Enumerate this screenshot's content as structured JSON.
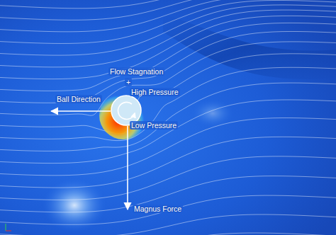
{
  "diagram": {
    "labels": [
      "Flow Stagnation",
      "+",
      "High Pressure",
      "Ball Direction",
      "Low Pressure",
      "Magnus Force"
    ]
  }
}
